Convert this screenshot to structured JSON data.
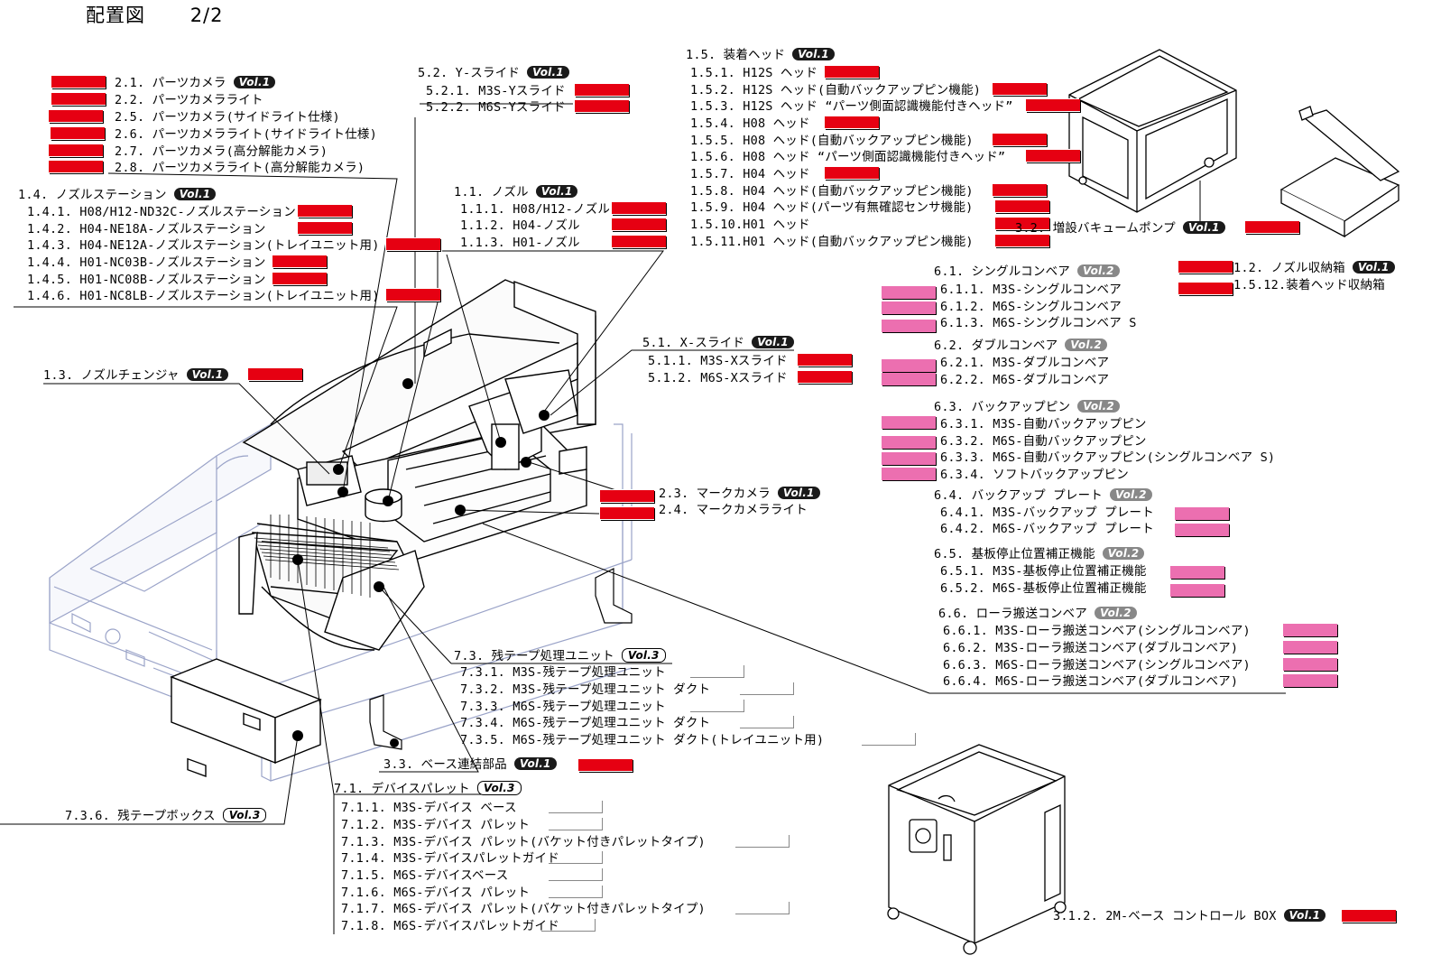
{
  "page": {
    "title": "配置図",
    "page_no": "2/2"
  },
  "vol": {
    "v1": "Vol.1",
    "v2": "Vol.2",
    "v3": "Vol.3"
  },
  "items": [
    {
      "id": "l0",
      "text": "2.1. パーツカメラ",
      "vol": "v1",
      "box": "red"
    },
    {
      "id": "l1",
      "text": "2.2. パーツカメラライト",
      "box": "red"
    },
    {
      "id": "l2",
      "text": "2.5. パーツカメラ(サイドライト仕様)",
      "box": "red"
    },
    {
      "id": "l3",
      "text": "2.6. パーツカメラライト(サイドライト仕様)",
      "box": "red"
    },
    {
      "id": "l4",
      "text": "2.7. パーツカメラ(高分解能カメラ)",
      "box": "red"
    },
    {
      "id": "l5",
      "text": "2.8. パーツカメラライト(高分解能カメラ)",
      "box": "red"
    },
    {
      "id": "l6",
      "text": "1.4. ノズルステーション",
      "vol": "v1"
    },
    {
      "id": "l7",
      "text": "1.4.1. H08/H12-ND32C-ノズルステーション",
      "box": "red"
    },
    {
      "id": "l8",
      "text": "1.4.2. H04-NE18A-ノズルステーション",
      "box": "red"
    },
    {
      "id": "l9",
      "text": "1.4.3. H04-NE12A-ノズルステーション(トレイユニット用)",
      "box": "red"
    },
    {
      "id": "l10",
      "text": "1.4.4. H01-NC03B-ノズルステーション",
      "box": "red"
    },
    {
      "id": "l11",
      "text": "1.4.5. H01-NC08B-ノズルステーション",
      "box": "red"
    },
    {
      "id": "l12",
      "text": "1.4.6. H01-NC8LB-ノズルステーション(トレイユニット用)",
      "box": "red"
    },
    {
      "id": "l13",
      "text": "1.3. ノズルチェンジャ",
      "vol": "v1",
      "box": "red"
    },
    {
      "id": "l14",
      "text": "5.2. Y-スライド",
      "vol": "v1"
    },
    {
      "id": "l15",
      "text": "5.2.1. M3S-Yスライド",
      "box": "red"
    },
    {
      "id": "l16",
      "text": "5.2.2. M6S-Yスライド",
      "box": "red"
    },
    {
      "id": "l17",
      "text": "1.1. ノズル",
      "vol": "v1"
    },
    {
      "id": "l18",
      "text": "1.1.1. H08/H12-ノズル",
      "box": "red"
    },
    {
      "id": "l19",
      "text": "1.1.2. H04-ノズル",
      "box": "red"
    },
    {
      "id": "l20",
      "text": "1.1.3. H01-ノズル",
      "box": "red"
    },
    {
      "id": "l21",
      "text": "1.5. 装着ヘッド",
      "vol": "v1"
    },
    {
      "id": "l22",
      "text": "1.5.1. H12S ヘッド",
      "box": "red"
    },
    {
      "id": "l23",
      "text": "1.5.2. H12S ヘッド(自動バックアップピン機能)",
      "box": "red"
    },
    {
      "id": "l24",
      "text": "1.5.3. H12S ヘッド “パーツ側面認識機能付きヘッド”",
      "box": "red"
    },
    {
      "id": "l25",
      "text": "1.5.4. H08 ヘッド",
      "box": "red"
    },
    {
      "id": "l26",
      "text": "1.5.5. H08 ヘッド(自動バックアップピン機能)",
      "box": "red"
    },
    {
      "id": "l27",
      "text": "1.5.6. H08 ヘッド “パーツ側面認識機能付きヘッド”",
      "box": "red"
    },
    {
      "id": "l28",
      "text": "1.5.7. H04 ヘッド",
      "box": "red"
    },
    {
      "id": "l29",
      "text": "1.5.8. H04 ヘッド(自動バックアップピン機能)",
      "box": "red"
    },
    {
      "id": "l30",
      "text": "1.5.9. H04 ヘッド(パーツ有無確認センサ機能)",
      "box": "red"
    },
    {
      "id": "l31",
      "text": "1.5.10.H01 ヘッド",
      "box": "red"
    },
    {
      "id": "l32",
      "text": "1.5.11.H01 ヘッド(自動バックアップピン機能)",
      "box": "red"
    },
    {
      "id": "l33",
      "text": "3.2. 増設バキュームポンプ",
      "vol": "v1",
      "box": "red"
    },
    {
      "id": "l34",
      "text": "1.2. ノズル収納箱",
      "vol": "v1",
      "box": "red"
    },
    {
      "id": "l35",
      "text": "1.5.12.装着ヘッド収納箱",
      "box": "red"
    },
    {
      "id": "l36",
      "text": "5.1. X-スライド",
      "vol": "v1"
    },
    {
      "id": "l37",
      "text": "5.1.1. M3S-Xスライド",
      "box": "red"
    },
    {
      "id": "l38",
      "text": "5.1.2. M6S-Xスライド",
      "box": "red"
    },
    {
      "id": "l39",
      "text": "2.3. マークカメラ",
      "vol": "v1",
      "box": "red"
    },
    {
      "id": "l40",
      "text": "2.4. マークカメラライト",
      "box": "red"
    },
    {
      "id": "l41",
      "text": "6.1. シングルコンベア",
      "vol": "v2"
    },
    {
      "id": "l42",
      "text": "6.1.1. M3S-シングルコンベア",
      "box": "pink"
    },
    {
      "id": "l43",
      "text": "6.1.2. M6S-シングルコンベア",
      "box": "pink"
    },
    {
      "id": "l44",
      "text": "6.1.3. M6S-シングルコンベア S",
      "box": "pink"
    },
    {
      "id": "l45",
      "text": "6.2. ダブルコンベア",
      "vol": "v2"
    },
    {
      "id": "l46",
      "text": "6.2.1. M3S-ダブルコンベア",
      "box": "pink"
    },
    {
      "id": "l47",
      "text": "6.2.2. M6S-ダブルコンベア",
      "box": "pink"
    },
    {
      "id": "l48",
      "text": "6.3. バックアップピン",
      "vol": "v2"
    },
    {
      "id": "l49",
      "text": "6.3.1. M3S-自動バックアップピン",
      "box": "pink"
    },
    {
      "id": "l50",
      "text": "6.3.2. M6S-自動バックアップピン",
      "box": "pink"
    },
    {
      "id": "l51",
      "text": "6.3.3. M6S-自動バックアップピン(シングルコンベア S)",
      "box": "pink"
    },
    {
      "id": "l52",
      "text": "6.3.4. ソフトバックアップピン",
      "box": "pink"
    },
    {
      "id": "l53",
      "text": "6.4. バックアップ プレート",
      "vol": "v2"
    },
    {
      "id": "l54",
      "text": "6.4.1. M3S-バックアップ プレート",
      "box": "pink"
    },
    {
      "id": "l55",
      "text": "6.4.2. M6S-バックアップ プレート",
      "box": "pink"
    },
    {
      "id": "l56",
      "text": "6.5. 基板停止位置補正機能",
      "vol": "v2"
    },
    {
      "id": "l57",
      "text": "6.5.1. M3S-基板停止位置補正機能",
      "box": "pink"
    },
    {
      "id": "l58",
      "text": "6.5.2. M6S-基板停止位置補正機能",
      "box": "pink"
    },
    {
      "id": "l59",
      "text": "6.6. ローラ搬送コンベア",
      "vol": "v2"
    },
    {
      "id": "l60",
      "text": "6.6.1. M3S-ローラ搬送コンベア(シングルコンベア)",
      "box": "pink"
    },
    {
      "id": "l61",
      "text": "6.6.2. M3S-ローラ搬送コンベア(ダブルコンベア)",
      "box": "pink"
    },
    {
      "id": "l62",
      "text": "6.6.3. M6S-ローラ搬送コンベア(シングルコンベア)",
      "box": "pink"
    },
    {
      "id": "l63",
      "text": "6.6.4. M6S-ローラ搬送コンベア(ダブルコンベア)",
      "box": "pink"
    },
    {
      "id": "l64",
      "text": "7.3. 残テープ処理ユニット",
      "vol": "v3"
    },
    {
      "id": "l65",
      "text": "7.3.1. M3S-残テープ処理ユニット",
      "box": "empty"
    },
    {
      "id": "l66",
      "text": "7.3.2. M3S-残テープ処理ユニット ダクト",
      "box": "empty"
    },
    {
      "id": "l67",
      "text": "7.3.3. M6S-残テープ処理ユニット",
      "box": "empty"
    },
    {
      "id": "l68",
      "text": "7.3.4. M6S-残テープ処理ユニット ダクト",
      "box": "empty"
    },
    {
      "id": "l69",
      "text": "7.3.5. M6S-残テープ処理ユニット ダクト(トレイユニット用)",
      "box": "empty"
    },
    {
      "id": "l70",
      "text": "3.3. ベース連結部品",
      "vol": "v1",
      "box": "red"
    },
    {
      "id": "l71",
      "text": "7.3.6. 残テープボックス",
      "vol": "v3"
    },
    {
      "id": "l72",
      "text": "7.1. デバイスパレット",
      "vol": "v3"
    },
    {
      "id": "l73",
      "text": "7.1.1. M3S-デバイス ベース",
      "box": "empty"
    },
    {
      "id": "l74",
      "text": "7.1.2. M3S-デバイス パレット",
      "box": "empty"
    },
    {
      "id": "l75",
      "text": "7.1.3. M3S-デバイス パレット(バケット付きパレットタイプ)",
      "box": "empty"
    },
    {
      "id": "l76",
      "text": "7.1.4. M3S-デバイスパレットガイド",
      "box": "empty"
    },
    {
      "id": "l77",
      "text": "7.1.5. M6S-デバイスベース",
      "box": "empty"
    },
    {
      "id": "l78",
      "text": "7.1.6. M6S-デバイス パレット",
      "box": "empty"
    },
    {
      "id": "l79",
      "text": "7.1.7. M6S-デバイス パレット(バケット付きパレットタイプ)",
      "box": "empty"
    },
    {
      "id": "l80",
      "text": "7.1.8. M6S-デバイスパレットガイド",
      "box": "empty"
    },
    {
      "id": "l81",
      "text": "3.1.2. 2M-ベース コントロール BOX",
      "vol": "v1",
      "box": "red"
    }
  ]
}
